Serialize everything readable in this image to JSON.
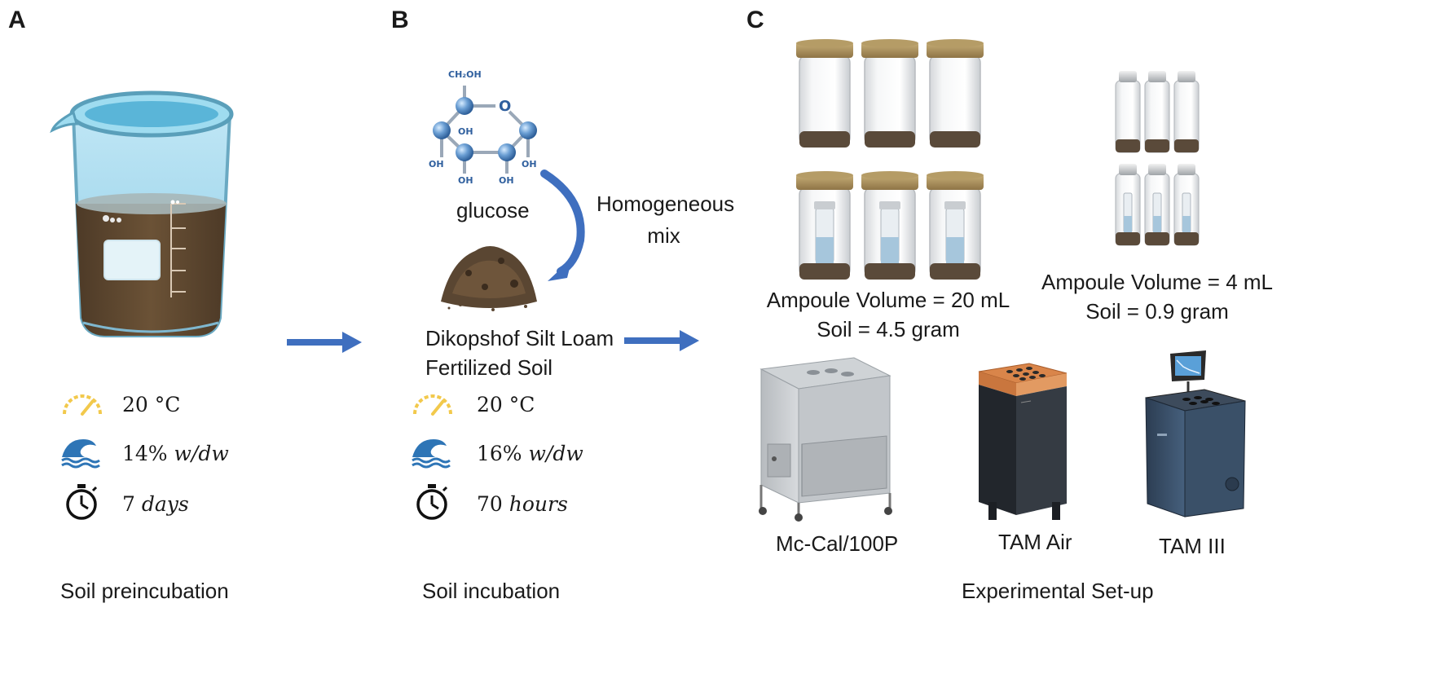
{
  "panels": {
    "a": {
      "letter": "A",
      "caption": "Soil preincubation",
      "temperature": "20 °C",
      "moisture_value": "14%",
      "moisture_unit": "w/dw",
      "time_value": "7",
      "time_unit": "days"
    },
    "b": {
      "letter": "B",
      "caption": "Soil incubation",
      "glucose_label": "glucose",
      "molecule_labels": [
        "CH₂OH",
        "O",
        "OH",
        "OH",
        "OH",
        "OH",
        "OH"
      ],
      "mix_line1": "Homogeneous",
      "mix_line2": "mix",
      "soil_line1": "Dikopshof Silt Loam",
      "soil_line2": "Fertilized Soil",
      "temperature": "20 °C",
      "moisture_value": "16%",
      "moisture_unit": "w/dw",
      "time_value": "70",
      "time_unit": "hours"
    },
    "c": {
      "letter": "C",
      "caption": "Experimental Set-up",
      "large_volume": "Ampoule Volume = 20 mL",
      "large_soil": "Soil = 4.5 gram",
      "small_volume": "Ampoule Volume = 4 mL",
      "small_soil": "Soil = 0.9 gram",
      "instruments": [
        "Mc-Cal/100P",
        "TAM Air",
        "TAM III"
      ]
    }
  },
  "colors": {
    "arrow": "#3f6fbf",
    "wave": "#2e75b6",
    "gauge": "#f2c94c",
    "soil": "#5a4632",
    "lid": "#a98f5a"
  }
}
